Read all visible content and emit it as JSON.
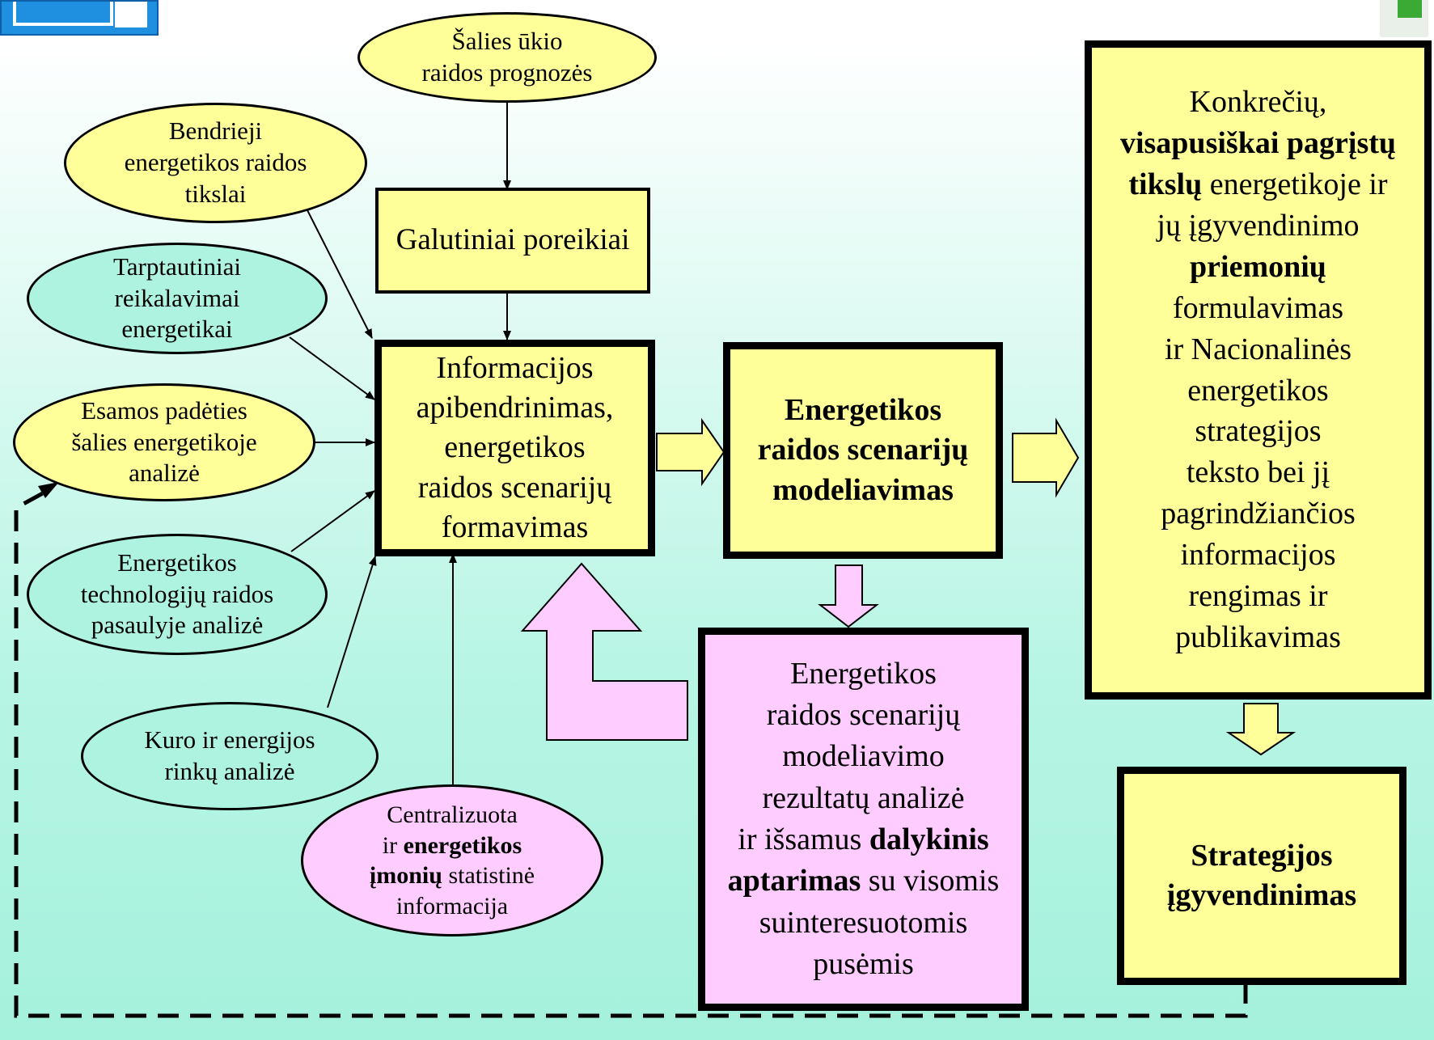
{
  "nodes": {
    "salies_ukio": [
      "Šalies ūkio",
      "raidos prognozės"
    ],
    "bendrieji": [
      "Bendrieji",
      "energetikos raidos",
      "tikslai"
    ],
    "tarptautiniai": [
      "Tarptautiniai",
      "reikalavimai",
      "energetikai"
    ],
    "esamos": [
      "Esamos padėties",
      "šalies energetikoje",
      "analizė"
    ],
    "technologiju": [
      "Energetikos",
      "technologijų raidos",
      "pasaulyje analizė"
    ],
    "kuro": [
      "Kuro ir energijos",
      "rinkų analizė"
    ],
    "centralizuota": {
      "line1": "Centralizuota",
      "line2_pre": "ir ",
      "line2_bold": "energetikos",
      "line3_bold": "įmonių",
      "line3_post": " statistinė",
      "line4": "informacija"
    },
    "galutiniai": "Galutiniai poreikiai",
    "informacijos": [
      "Informacijos",
      "apibendrinimas,",
      "energetikos",
      "raidos scenarijų",
      "formavimas"
    ],
    "modeliavimas": [
      "Energetikos",
      "raidos scenarijų",
      "modeliavimas"
    ],
    "analize": {
      "line1": "Energetikos",
      "line2": "raidos scenarijų",
      "line3": "modeliavimo",
      "line4": "rezultatų analizė",
      "line5_pre": "ir išsamus ",
      "line5_bold": "dalykinis",
      "line6_bold": "aptarimas",
      "line6_post": " su visomis",
      "line7": "suinteresuotomis",
      "line8": "pusėmis"
    },
    "konkreciu": {
      "line1": "Konkrečių,",
      "line2_bold": "visapusiškai pagrįstų",
      "line3_bold": "tikslų",
      "line3_post": " energetikoje ir",
      "line4": "jų įgyvendinimo",
      "line5_bold": "priemonių",
      "line6": "formulavimas",
      "line7": "ir Nacionalinės",
      "line8": "energetikos",
      "line9": "strategijos",
      "line10": "teksto bei jį",
      "line11": "pagrindžiančios",
      "line12": "informacijos",
      "line13": "rengimas ir",
      "line14": "publikavimas"
    },
    "strategijos": [
      "Strategijos",
      "įgyvendinimas"
    ]
  },
  "colors": {
    "yellow": "#ffff99",
    "teal": "#aef3df",
    "pink": "#ffccff",
    "stroke": "#000000"
  }
}
